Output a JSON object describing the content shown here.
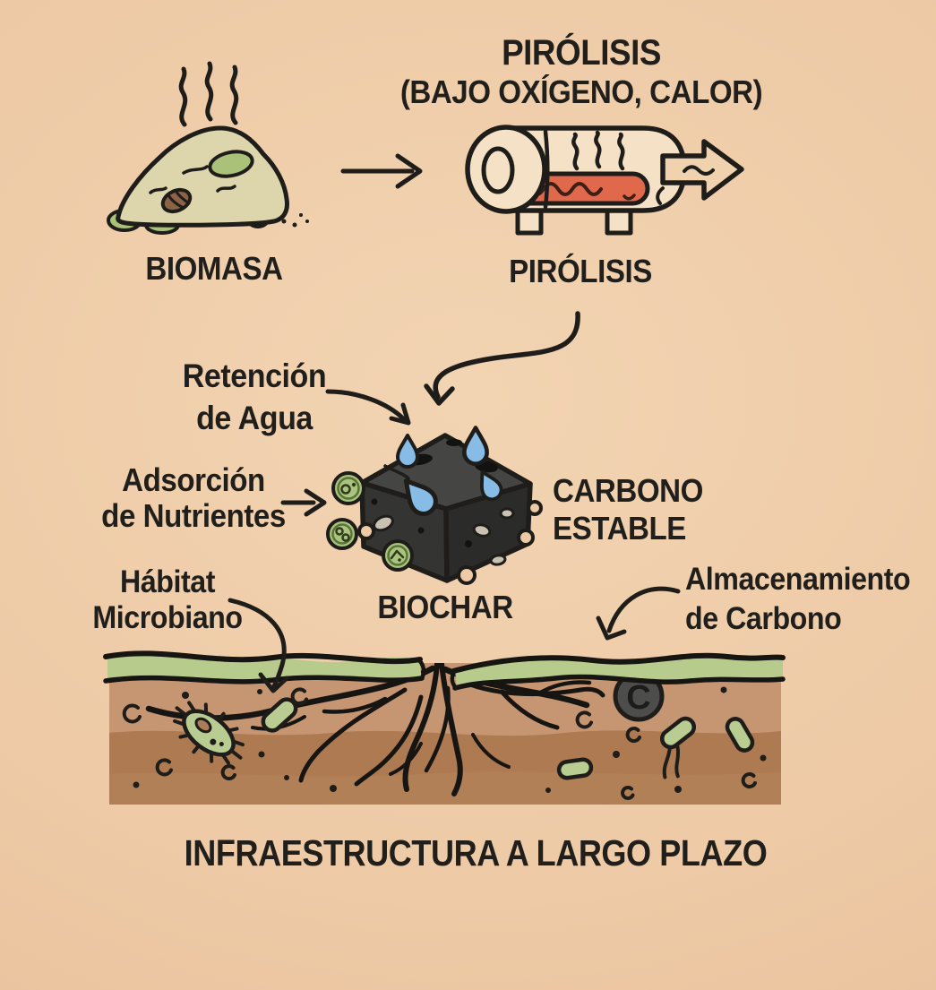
{
  "title": {
    "line1": "PIRÓLISIS",
    "line2": "(BAJO OXÍGENO, CALOR)"
  },
  "stages": {
    "biomass": "BIOMASA",
    "pyrolysis": "PIRÓLISIS",
    "biochar": "BIOCHAR"
  },
  "benefits": {
    "water_retention": {
      "line1": "Retención",
      "line2": "de Agua"
    },
    "nutrient_adsorption": {
      "line1": "Adsorción",
      "line2": "de Nutrientes"
    },
    "stable_carbon": {
      "line1": "CARBONO",
      "line2": "ESTABLE"
    },
    "microbial_habitat": {
      "line1": "Hábitat",
      "line2": "Microbiano"
    },
    "carbon_storage": {
      "line1": "Almacenamiento",
      "line2": "de Carbono"
    }
  },
  "soil": {
    "carbon_symbol": "C"
  },
  "footer": {
    "caption": "INFRAESTRUCTURA A LARGO PLAZO"
  },
  "palette": {
    "background": "#eecaa6",
    "ink": "#1f1d1a",
    "machine_cream": "#f5e2c6",
    "heat_red": "#e0694c",
    "water_drop": "#86bce5",
    "nutrient_green": "#a9c47e",
    "biomass_fill": "#ddd5ab",
    "grass_green": "#b7cb8d",
    "soil_top": "#c69673",
    "soil_mid": "#ad7a51",
    "soil_deep": "#b28057",
    "biochar_dark": "#343432"
  }
}
